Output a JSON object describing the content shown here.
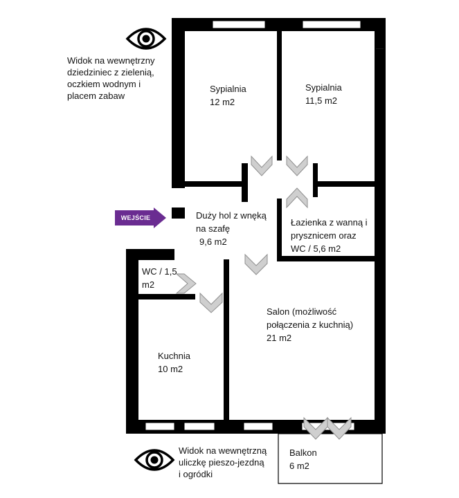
{
  "notes": {
    "top_view": [
      "Widok na wewnętrzny",
      "dziedziniec z zielenią,",
      "oczkiem wodnym i",
      "placem zabaw"
    ],
    "bottom_view": [
      "Widok na wewnętrzną",
      "uliczkę pieszo-jezdną",
      "i ogródki"
    ]
  },
  "entrance": {
    "label": "WEJŚCIE",
    "color": "#6a2c91"
  },
  "rooms": {
    "bedroom_left": [
      "Sypialnia",
      "12 m2"
    ],
    "bedroom_right": [
      "Sypialnia",
      "11,5 m2"
    ],
    "hall": [
      "Duży hol z wnęką",
      "na szafę",
      "9,6 m2"
    ],
    "bathroom": [
      "Łazienka z wanną i",
      "prysznicem oraz",
      "WC / 5,6 m2"
    ],
    "wc": [
      "WC / 1,5",
      "m2"
    ],
    "living_room": [
      "Salon (możliwość",
      "połączenia z kuchnią)",
      "21 m2"
    ],
    "kitchen": [
      "Kuchnia",
      "10 m2"
    ],
    "balcony": [
      "Balkon",
      "6 m2"
    ]
  },
  "icons": {
    "eye": "eye-icon",
    "door_chevron": "chevron-icon",
    "entrance_arrow": "arrow-right-icon"
  },
  "colors": {
    "wall": "#000000",
    "chevron": "#c8c8c8",
    "chevron_edge": "#9a9a9a"
  }
}
